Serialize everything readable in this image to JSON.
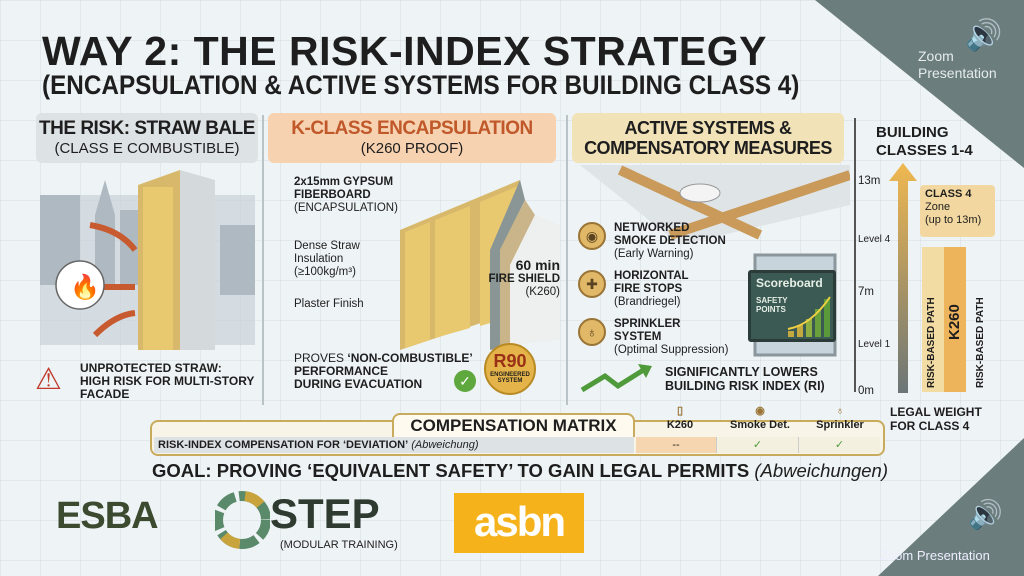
{
  "title": {
    "line1": "WAY 2: THE RISK-INDEX STRATEGY",
    "line2": "(ENCAPSULATION & ACTIVE SYSTEMS FOR BUILDING CLASS 4)"
  },
  "zoom_badge": {
    "top_label_1": "Zoom",
    "top_label_2": "Presentation",
    "bottom_label": "Zoom Presentation",
    "icon": "speaker-icon"
  },
  "panel_risk": {
    "title": "THE RISK: STRAW BALE",
    "subtitle": "(CLASS E COMBUSTIBLE)",
    "warning": [
      "UNPROTECTED STRAW:",
      "HIGH RISK FOR MULTI-STORY",
      "FACADE"
    ]
  },
  "panel_encap": {
    "title": "K-CLASS ENCAPSULATION",
    "subtitle": "(K260 PROOF)",
    "labels": {
      "gypsum_1": "2x15mm GYPSUM",
      "gypsum_2": "FIBERBOARD",
      "gypsum_3": "(ENCAPSULATION)",
      "straw_1": "Dense Straw",
      "straw_2": "Insulation",
      "straw_3": "(≥100kg/m³)",
      "plaster": "Plaster Finish",
      "shield_1": "60 min",
      "shield_2": "FIRE SHIELD",
      "shield_3": "(K260)"
    },
    "proof": {
      "line1a": "PROVES ",
      "line1b": "‘NON-COMBUSTIBLE’",
      "line2": "PERFORMANCE",
      "line3": "DURING EVACUATION"
    },
    "badge": {
      "main": "R90",
      "sub1": "ENGINEERED",
      "sub2": "SYSTEM"
    }
  },
  "panel_active": {
    "title_1": "ACTIVE SYSTEMS &",
    "title_2": "COMPENSATORY MEASURES",
    "items": [
      {
        "t1": "NETWORKED",
        "t2": "SMOKE DETECTION",
        "t3": "(Early Warning)",
        "icon": "◉"
      },
      {
        "t1": "HORIZONTAL",
        "t2": "FIRE STOPS",
        "t3": "(Brandriegel)",
        "icon": "✚"
      },
      {
        "t1": "SPRINKLER",
        "t2": "SYSTEM",
        "t3": "(Optimal Suppression)",
        "icon": "♁"
      }
    ],
    "scoreboard": {
      "title": "Scoreboard",
      "sub1": "SAFETY",
      "sub2": "POINTS"
    },
    "lowers_1": "SIGNIFICANTLY LOWERS",
    "lowers_2": "BUILDING RISK INDEX (RI)"
  },
  "classes": {
    "title_1": "BUILDING",
    "title_2": "CLASSES 1-4",
    "ticks": [
      "13m",
      "Level 4",
      "7m",
      "Level 1",
      "0m"
    ],
    "class4_1": "CLASS 4",
    "class4_2": "Zone",
    "class4_3": "(up to 13m)",
    "bar_left": "RISK-BASED PATH",
    "bar_mid": "K260",
    "bar_right": "RISK-BASED PATH",
    "legal_1": "LEGAL WEIGHT",
    "legal_2": "FOR CLASS 4"
  },
  "matrix": {
    "title": "COMPENSATION MATRIX",
    "row_label": "RISK-INDEX COMPENSATION FOR ‘DEVIATION’",
    "row_label_italic": "(Abweichung)",
    "columns": [
      "K260",
      "Smoke Det.",
      "Sprinkler"
    ],
    "values": [
      "--",
      "✓",
      "✓"
    ]
  },
  "goal": {
    "main": "GOAL: PROVING ‘EQUIVALENT SAFETY’ TO GAIN LEGAL PERMITS",
    "italic": "(Abweichungen)"
  },
  "logos": {
    "esba": "ESBA",
    "step": "STEP",
    "step_sub": "(MODULAR TRAINING)",
    "asbn": "asbn"
  },
  "colors": {
    "accent_orange": "#c0582a",
    "grey_badge": "#6b7d7d",
    "asbn_yellow": "#f5b21a",
    "esba_green": "#3c4a30"
  }
}
